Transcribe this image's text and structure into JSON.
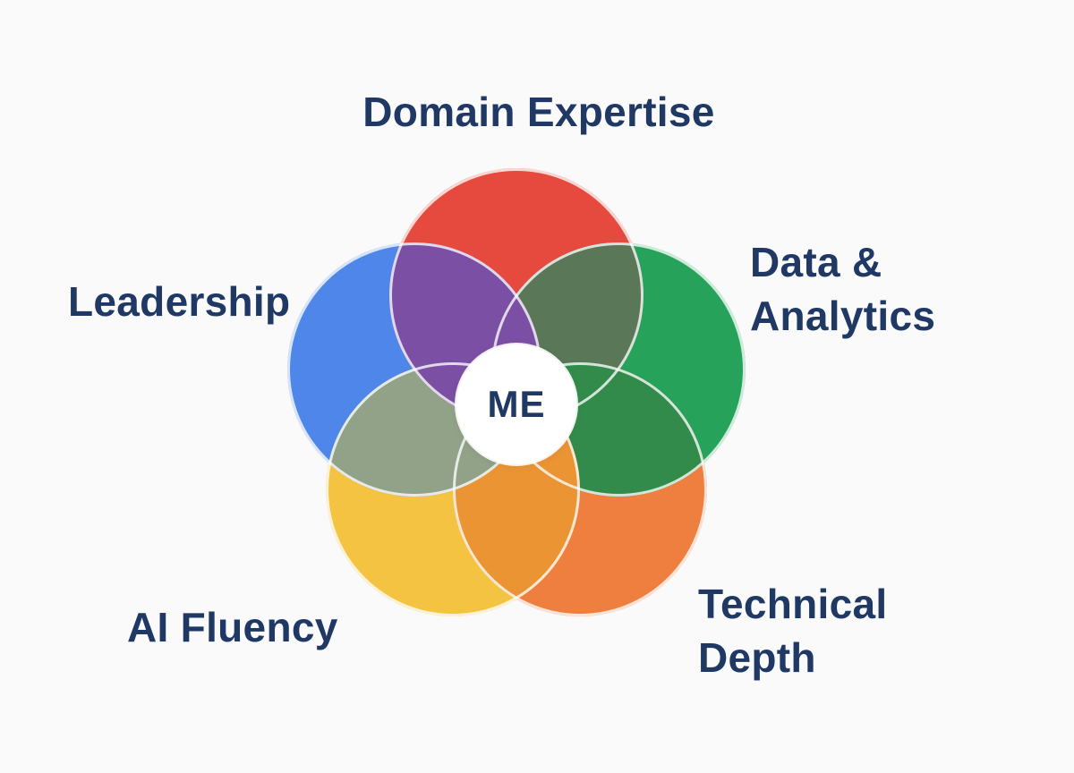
{
  "diagram": {
    "type": "venn-flower",
    "center": {
      "label": "ME"
    },
    "colors": {
      "text": "#1f3864",
      "background": "#fafafb",
      "center_fill": "#ffffff",
      "outline": "rgba(255,255,255,0.78)"
    },
    "petals": [
      {
        "name": "domain-expertise",
        "label": "Domain Expertise",
        "color": "#e64a3e",
        "position": "top"
      },
      {
        "name": "data-analytics",
        "label": "Data &\nAnalytics",
        "color": "#27a25b",
        "position": "upper-right"
      },
      {
        "name": "technical-depth",
        "label": "Technical\nDepth",
        "color": "#ef7f3f",
        "position": "lower-right"
      },
      {
        "name": "ai-fluency",
        "label": "AI Fluency",
        "color": "#f4c342",
        "position": "lower-left"
      },
      {
        "name": "leadership",
        "label": "Leadership",
        "color": "#4e86e9",
        "position": "upper-left"
      }
    ],
    "overlaps": [
      {
        "between": [
          "domain-expertise",
          "data-analytics"
        ],
        "color": "#5a7757"
      },
      {
        "between": [
          "data-analytics",
          "technical-depth"
        ],
        "color": "#338b4b"
      },
      {
        "between": [
          "technical-depth",
          "ai-fluency"
        ],
        "color": "#ea9434"
      },
      {
        "between": [
          "ai-fluency",
          "leadership"
        ],
        "color": "#92a289"
      },
      {
        "between": [
          "domain-expertise",
          "leadership"
        ],
        "color": "#7b4fa3"
      }
    ]
  }
}
